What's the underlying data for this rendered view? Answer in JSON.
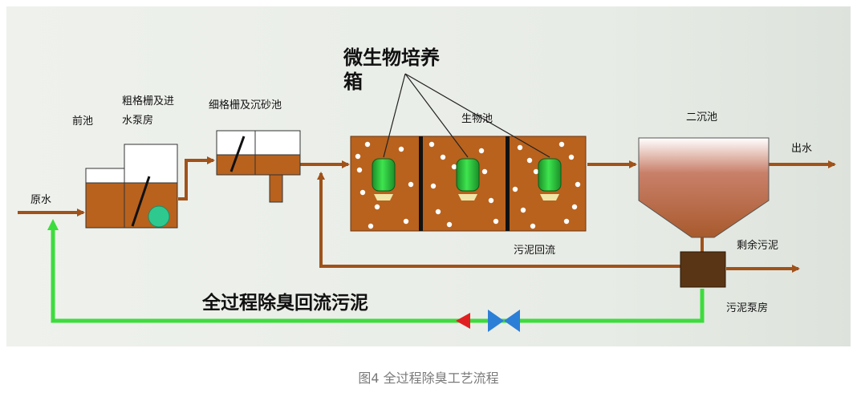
{
  "labels": {
    "raw_water": "原水",
    "front_tank": "前池",
    "coarse_screen_1": "粗格栅及进",
    "coarse_screen_2": "水泵房",
    "fine_screen": "细格栅及沉砂池",
    "culture_box_1": "微生物培养",
    "culture_box_2": "箱",
    "bio_tank": "生物池",
    "secondary_clarifier": "二沉池",
    "effluent": "出水",
    "sludge_return": "污泥回流",
    "excess_sludge": "剩余污泥",
    "sludge_pump_house": "污泥泵房",
    "odor_return": "全过程除臭回流污泥"
  },
  "caption": "图4 全过程除臭工艺流程",
  "colors": {
    "brown_liquid": "#b8621e",
    "brown_line": "#a0521a",
    "green_line": "#3ddc3d",
    "module_green": "#27c83a",
    "valve_blue": "#2c7fd6",
    "check_red": "#e02020",
    "pump_teal": "#2ec98e",
    "pump_house": "#5a3515",
    "background": "#e9ede6"
  }
}
